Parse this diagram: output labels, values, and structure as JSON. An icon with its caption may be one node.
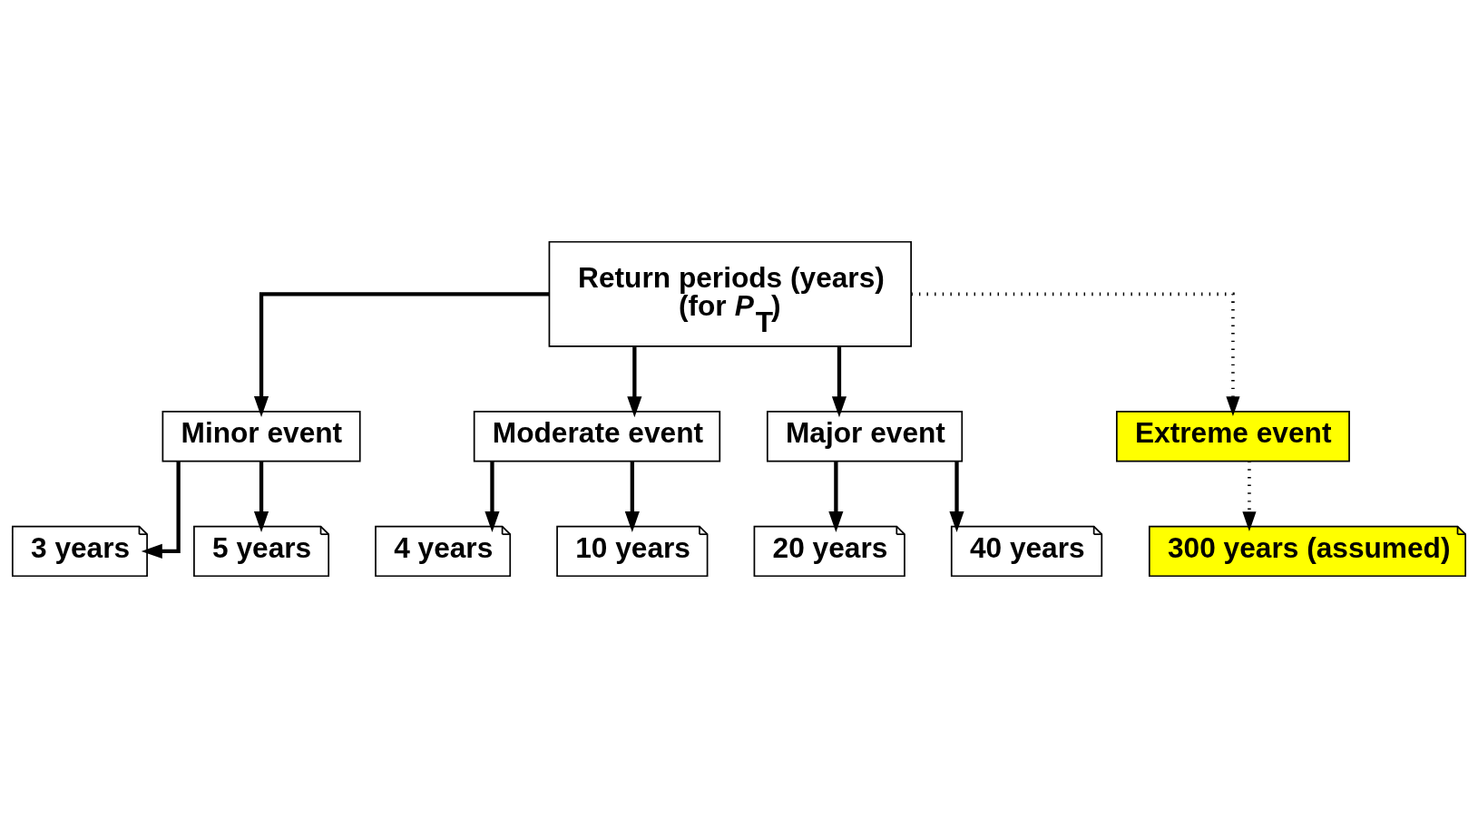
{
  "diagram": {
    "nodes": [
      {
        "text": [
          "Return periods (years) (for *P*$_{T}$)"
        ]
      },
      {
        "text": [
          "Minor event"
        ]
      },
      {
        "text": [
          "Moderate event"
        ]
      },
      {
        "text": [
          "Major event"
        ]
      },
      {
        "text": [
          "Extreme event"
        ]
      },
      {
        "text": [
          "3 years"
        ]
      },
      {
        "text": [
          "5 years"
        ]
      },
      {
        "text": [
          "4 years"
        ]
      },
      {
        "text": [
          "10 years"
        ]
      },
      {
        "text": [
          "20 years"
        ]
      },
      {
        "text": [
          "40 years"
        ]
      },
      {
        "text": [
          "300 years (assumed)"
        ]
      }
    ],
    "edges": [
      {
        "from": 0,
        "to": 1,
        "arrow": "to"
      },
      {
        "from": 0,
        "to": 2,
        "arrow": "to"
      },
      {
        "from": 0,
        "to": 3,
        "arrow": "to"
      },
      {
        "from": 0,
        "to": 4,
        "arrow": "to",
        "style": "dashed"
      },
      {
        "from": 1,
        "to": 5,
        "arrow": "to"
      },
      {
        "from": 1,
        "to": 6,
        "arrow": "to"
      },
      {
        "from": 2,
        "to": 7,
        "arrow": "to"
      },
      {
        "from": 2,
        "to": 8,
        "arrow": "to"
      },
      {
        "from": 3,
        "to": 9,
        "arrow": "to"
      },
      {
        "from": 3,
        "to": 10,
        "arrow": "to"
      },
      {
        "from": 4,
        "to": 11,
        "arrow": "to",
        "style": "dashed"
      }
    ]
  }
}
